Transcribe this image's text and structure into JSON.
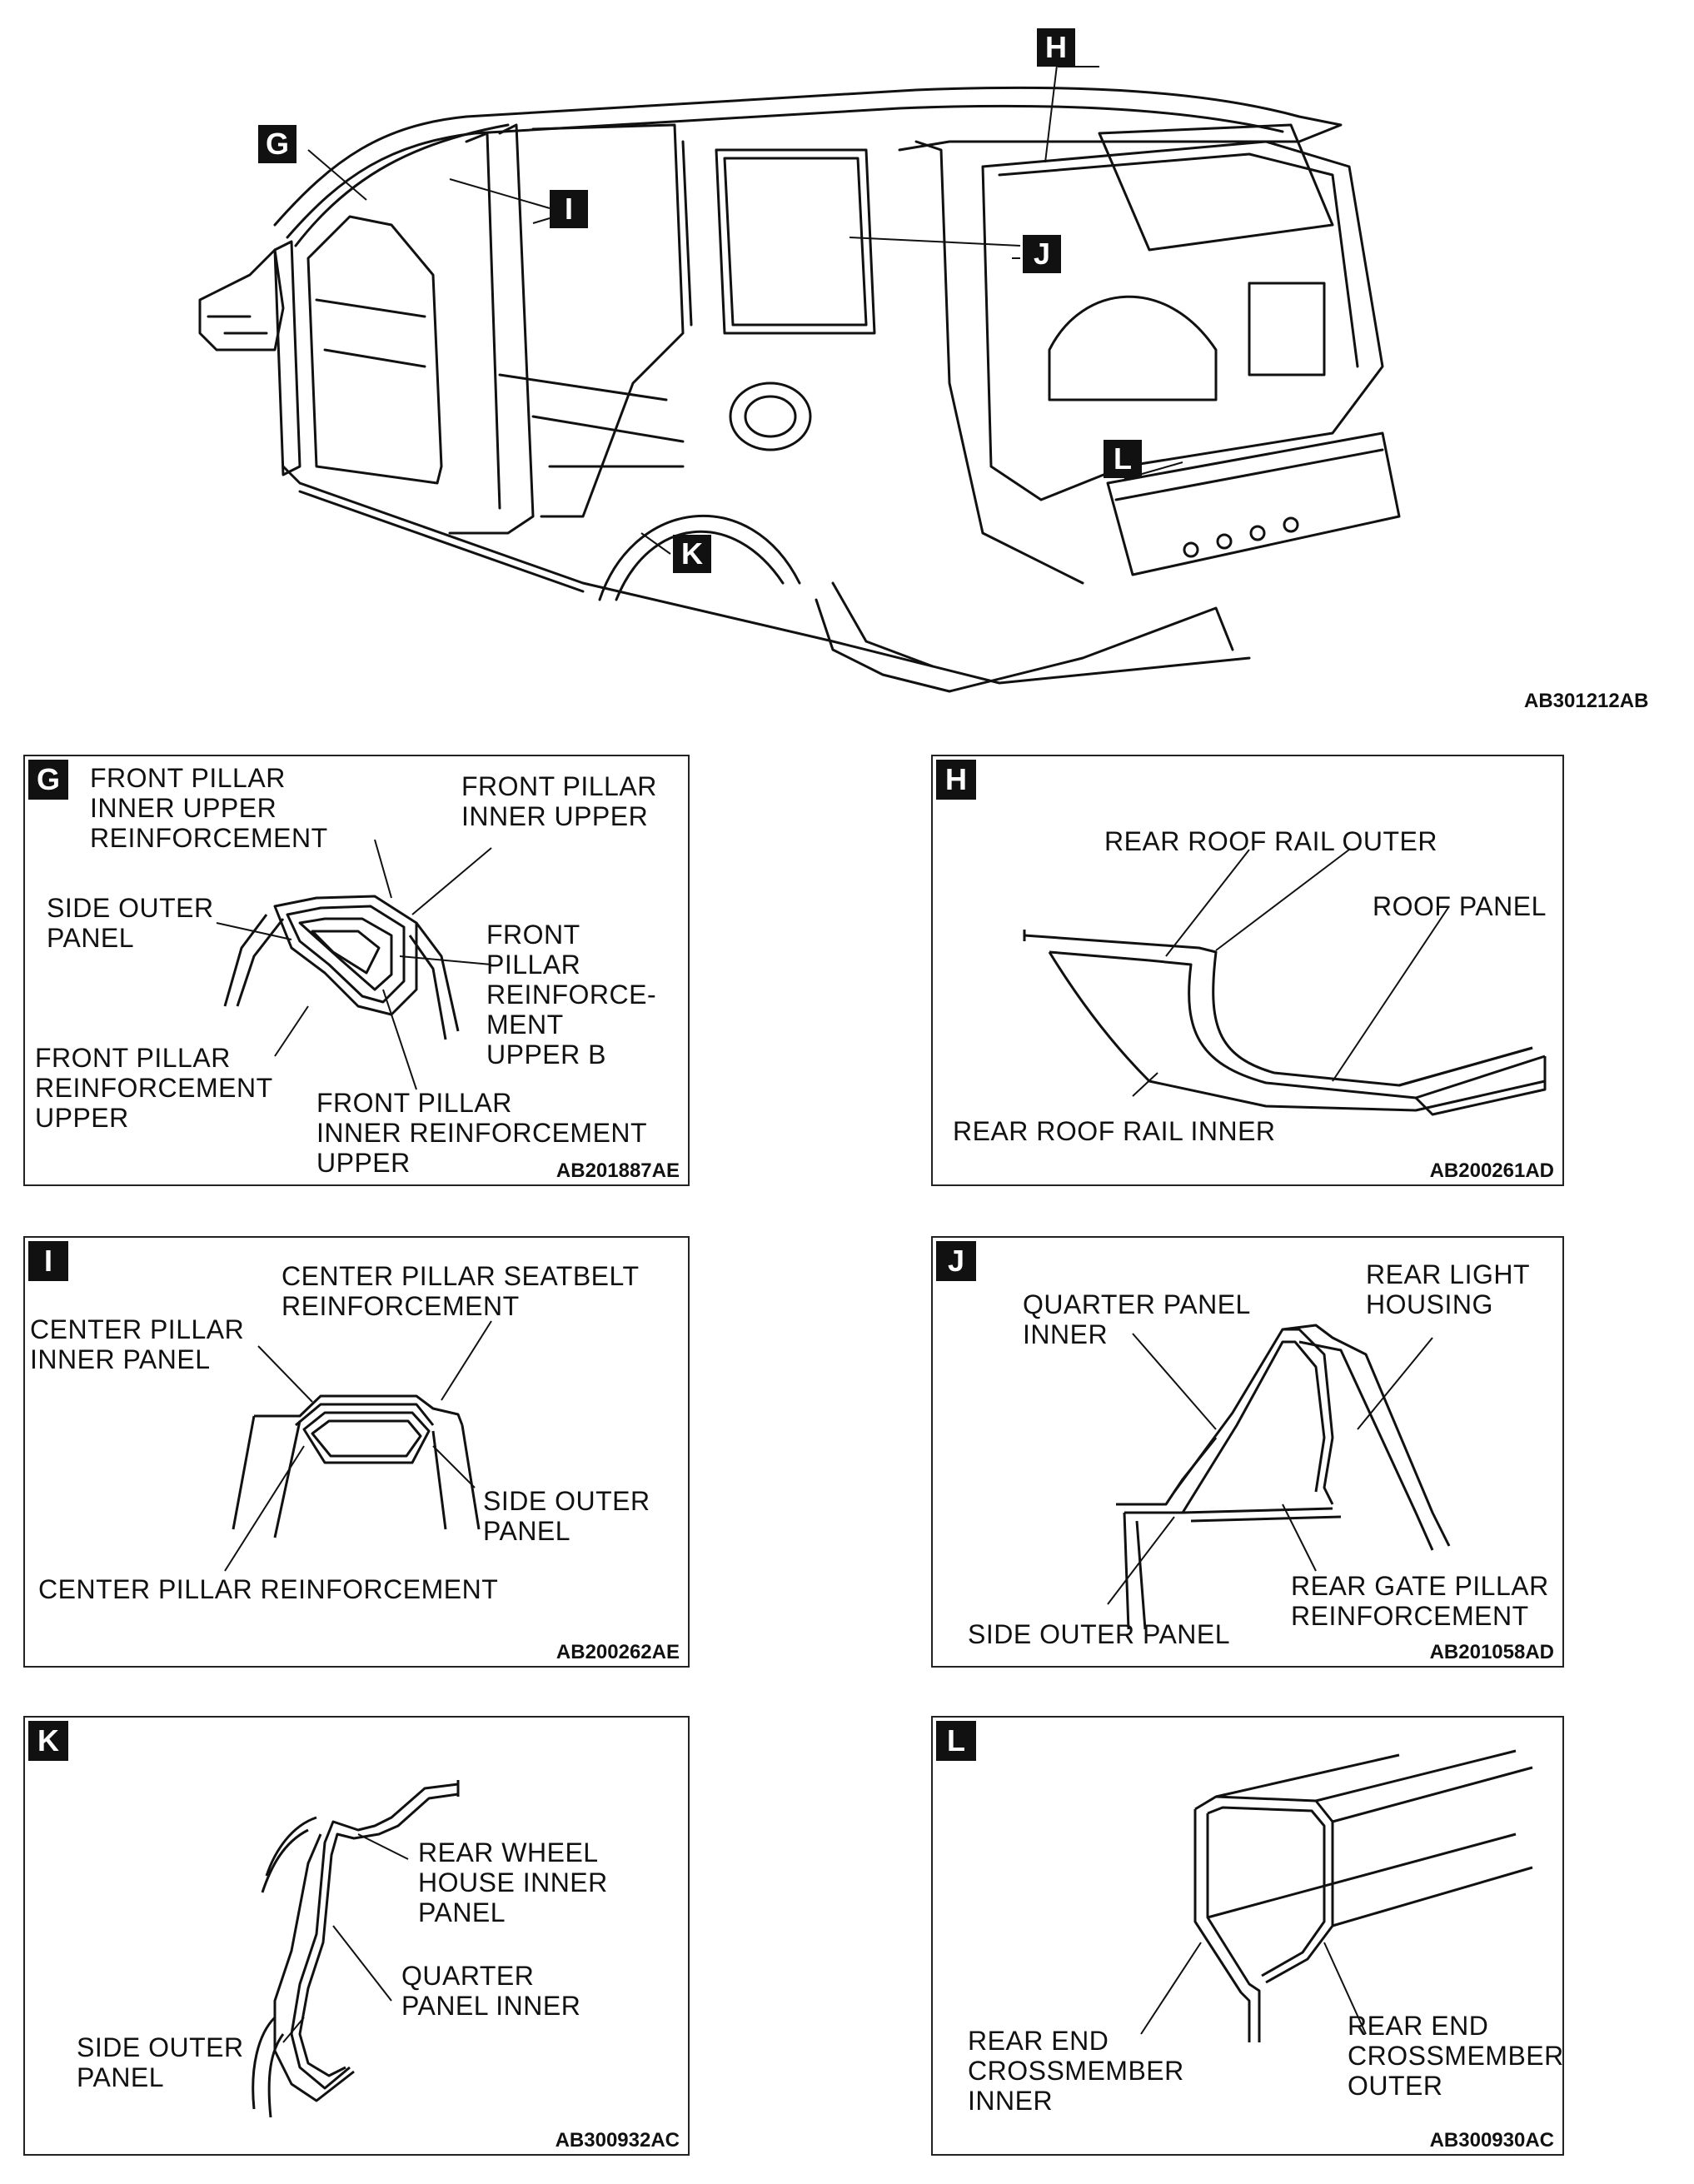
{
  "main": {
    "callouts": [
      "G",
      "H",
      "I",
      "J",
      "K",
      "L"
    ],
    "code": "AB301212AB"
  },
  "panels": {
    "g": {
      "tag": "G",
      "labels": [
        "FRONT PILLAR\nINNER UPPER\nREINFORCEMENT",
        "FRONT PILLAR\nINNER UPPER",
        "SIDE OUTER\nPANEL",
        "FRONT\nPILLAR\nREINFORCE-\nMENT\nUPPER B",
        "FRONT PILLAR\nREINFORCEMENT\nUPPER",
        "FRONT PILLAR\nINNER REINFORCEMENT\nUPPER"
      ],
      "code": "AB201887AE"
    },
    "h": {
      "tag": "H",
      "labels": [
        "REAR ROOF RAIL OUTER",
        "ROOF PANEL",
        "REAR ROOF RAIL INNER"
      ],
      "code": "AB200261AD"
    },
    "i": {
      "tag": "I",
      "labels": [
        "CENTER PILLAR SEATBELT\nREINFORCEMENT",
        "CENTER PILLAR\nINNER PANEL",
        "SIDE OUTER\nPANEL",
        "CENTER PILLAR REINFORCEMENT"
      ],
      "code": "AB200262AE"
    },
    "j": {
      "tag": "J",
      "labels": [
        "REAR LIGHT\nHOUSING",
        "QUARTER PANEL\nINNER",
        "REAR GATE PILLAR\nREINFORCEMENT",
        "SIDE OUTER PANEL"
      ],
      "code": "AB201058AD"
    },
    "k": {
      "tag": "K",
      "labels": [
        "REAR WHEEL\nHOUSE INNER\nPANEL",
        "QUARTER\nPANEL INNER",
        "SIDE OUTER\nPANEL"
      ],
      "code": "AB300932AC"
    },
    "l": {
      "tag": "L",
      "labels": [
        "REAR END\nCROSSMEMBER\nINNER",
        "REAR END\nCROSSMEMBER\nOUTER"
      ],
      "code": "AB300930AC"
    }
  }
}
